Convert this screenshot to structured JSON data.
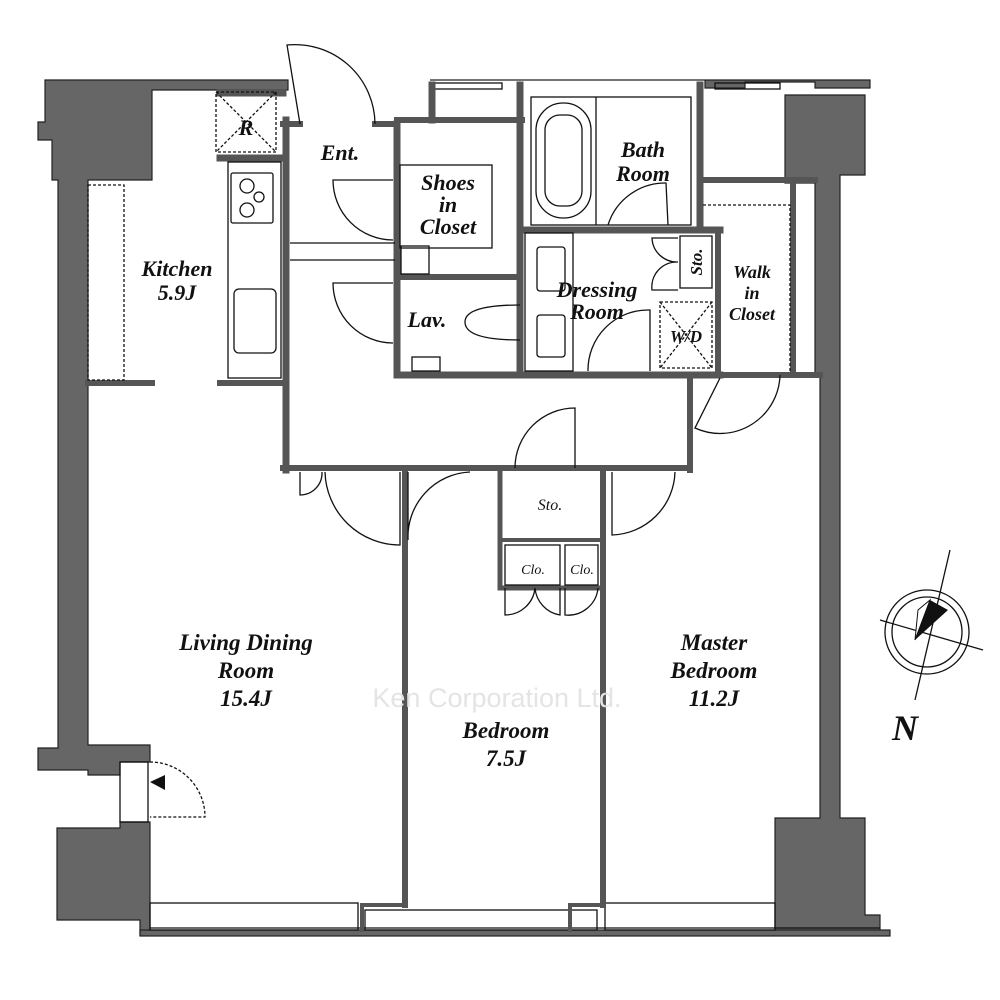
{
  "watermark": "Ken Corporation Ltd.",
  "compass": {
    "label": "N"
  },
  "rooms": {
    "refrigerator": "R",
    "entrance": "Ent.",
    "shoes_closet": [
      "Shoes",
      "in",
      "Closet"
    ],
    "kitchen": {
      "name": "Kitchen",
      "size": "5.9J"
    },
    "lavatory": "Lav.",
    "bath": [
      "Bath",
      "Room"
    ],
    "dressing": [
      "Dressing",
      "Room"
    ],
    "storage_small": "Sto.",
    "washer_dryer": "W/D",
    "walk_in_closet": [
      "Walk",
      "in",
      "Closet"
    ],
    "storage_hall": "Sto.",
    "closet_a": "Clo.",
    "closet_b": "Clo.",
    "living": {
      "name": [
        "Living Dining",
        "Room"
      ],
      "size": "15.4J"
    },
    "bedroom": {
      "name": "Bedroom",
      "size": "7.5J"
    },
    "master": {
      "name": [
        "Master",
        "Bedroom"
      ],
      "size": "11.2J"
    }
  },
  "colors": {
    "wall": "#666666",
    "line": "#111111",
    "background": "#ffffff"
  }
}
